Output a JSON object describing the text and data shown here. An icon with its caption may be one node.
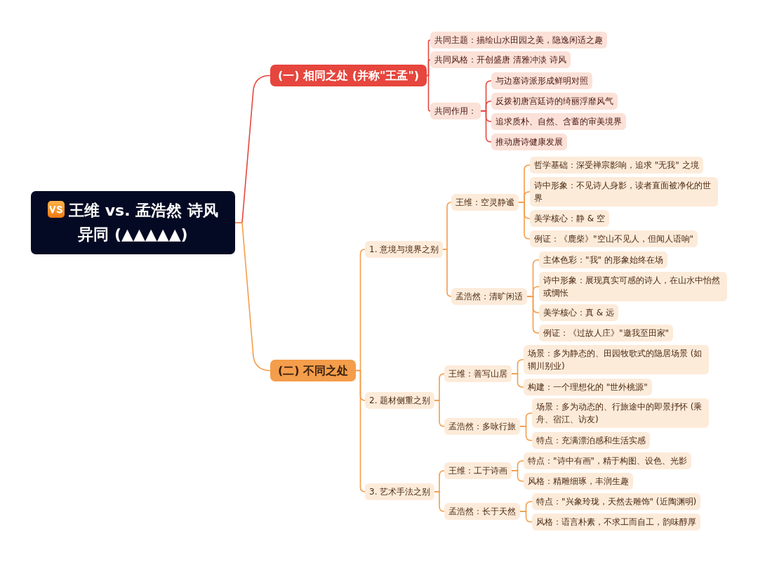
{
  "diagram": {
    "nodes": [
      {
        "text": [
          "王维 vs. 孟浩然 诗风异同 (▲▲▲▲▲)"
        ]
      },
      {
        "text": [
          "(一) 相同之处 (并称\"王孟\")"
        ]
      },
      {
        "text": [
          "共同主题：描绘山水田园之美，隐逸闲适之趣"
        ]
      },
      {
        "text": [
          "共同风格：开创盛唐 清雅冲淡 诗风"
        ]
      },
      {
        "text": [
          "共同作用："
        ]
      },
      {
        "text": [
          "与边塞诗派形成鲜明对照"
        ]
      },
      {
        "text": [
          "反拨初唐宫廷诗的绮丽浮靡风气"
        ]
      },
      {
        "text": [
          "追求质朴、自然、含蓄的审美境界"
        ]
      },
      {
        "text": [
          "推动唐诗健康发展"
        ]
      },
      {
        "text": [
          "(二) 不同之处"
        ]
      },
      {
        "text": [
          "1. 意境与境界之别"
        ]
      },
      {
        "text": [
          "王维：空灵静谧"
        ]
      },
      {
        "text": [
          "哲学基础：深受禅宗影响，追求 \"无我\" 之境"
        ]
      },
      {
        "text": [
          "诗中形象：不见诗人身影，读者直面被净化的世界"
        ]
      },
      {
        "text": [
          "美学核心：静 & 空"
        ]
      },
      {
        "text": [
          "例证：《鹿柴》\"空山不见人，但闻人语响\""
        ]
      },
      {
        "text": [
          "孟浩然：清旷闲适"
        ]
      },
      {
        "text": [
          "主体色彩：\"我\" 的形象始终在场"
        ]
      },
      {
        "text": [
          "诗中形象：展现真实可感的诗人，在山水中怡然或惆怅"
        ]
      },
      {
        "text": [
          "美学核心：真 & 远"
        ]
      },
      {
        "text": [
          "例证：《过故人庄》\"邀我至田家\""
        ]
      },
      {
        "text": [
          "2. 题材侧重之别"
        ]
      },
      {
        "text": [
          "王维：善写山居"
        ]
      },
      {
        "text": [
          "场景：多为静态的、田园牧歌式的隐居场景 (如辋川别业)"
        ]
      },
      {
        "text": [
          "构建：一个理想化的 \"世外桃源\""
        ]
      },
      {
        "text": [
          "孟浩然：多咏行旅"
        ]
      },
      {
        "text": [
          "场景：多为动态的、行旅途中的即景抒怀 (乘舟、宿江、访友)"
        ]
      },
      {
        "text": [
          "特点：充满漂泊感和生活实感"
        ]
      },
      {
        "text": [
          "3. 艺术手法之别"
        ]
      },
      {
        "text": [
          "王维：工于诗画"
        ]
      },
      {
        "text": [
          "特点：\"诗中有画\"，精于构图、设色、光影"
        ]
      },
      {
        "text": [
          "风格：精雕细琢，丰润生趣"
        ]
      },
      {
        "text": [
          "孟浩然：长于天然"
        ]
      },
      {
        "text": [
          "特点：\"兴象玲珑，天然去雕饰\" (近陶渊明)"
        ]
      },
      {
        "text": [
          "风格：语言朴素，不求工而自工，韵味醇厚"
        ]
      }
    ],
    "edges": [
      {
        "from": 0,
        "to": 1,
        "arrow": "none",
        "color": "#e5473e"
      },
      {
        "from": 1,
        "to": 2,
        "arrow": "none",
        "color": "#e5473e"
      },
      {
        "from": 1,
        "to": 3,
        "arrow": "none",
        "color": "#e5473e"
      },
      {
        "from": 1,
        "to": 4,
        "arrow": "none",
        "color": "#e5473e"
      },
      {
        "from": 4,
        "to": 5,
        "arrow": "none",
        "color": "#e5473e"
      },
      {
        "from": 4,
        "to": 6,
        "arrow": "none",
        "color": "#e5473e"
      },
      {
        "from": 4,
        "to": 7,
        "arrow": "none",
        "color": "#e5473e"
      },
      {
        "from": 4,
        "to": 8,
        "arrow": "none",
        "color": "#e5473e"
      },
      {
        "from": 0,
        "to": 9,
        "arrow": "none"
      },
      {
        "from": 9,
        "to": 10,
        "arrow": "none"
      },
      {
        "from": 10,
        "to": 11,
        "arrow": "none"
      },
      {
        "from": 11,
        "to": 12,
        "arrow": "none"
      },
      {
        "from": 11,
        "to": 13,
        "arrow": "none"
      },
      {
        "from": 11,
        "to": 14,
        "arrow": "none"
      },
      {
        "from": 11,
        "to": 15,
        "arrow": "none"
      },
      {
        "from": 10,
        "to": 16,
        "arrow": "none"
      },
      {
        "from": 16,
        "to": 17,
        "arrow": "none"
      },
      {
        "from": 16,
        "to": 18,
        "arrow": "none"
      },
      {
        "from": 16,
        "to": 19,
        "arrow": "none"
      },
      {
        "from": 16,
        "to": 20,
        "arrow": "none"
      },
      {
        "from": 9,
        "to": 21,
        "arrow": "none"
      },
      {
        "from": 21,
        "to": 22,
        "arrow": "none"
      },
      {
        "from": 22,
        "to": 23,
        "arrow": "none"
      },
      {
        "from": 22,
        "to": 24,
        "arrow": "none"
      },
      {
        "from": 21,
        "to": 25,
        "arrow": "none"
      },
      {
        "from": 25,
        "to": 26,
        "arrow": "none"
      },
      {
        "from": 25,
        "to": 27,
        "arrow": "none"
      },
      {
        "from": 9,
        "to": 28,
        "arrow": "none"
      },
      {
        "from": 28,
        "to": 29,
        "arrow": "none"
      },
      {
        "from": 29,
        "to": 30,
        "arrow": "none"
      },
      {
        "from": 29,
        "to": 31,
        "arrow": "none"
      },
      {
        "from": 28,
        "to": 32,
        "arrow": "none"
      },
      {
        "from": 32,
        "to": 33,
        "arrow": "none"
      },
      {
        "from": 32,
        "to": 34,
        "arrow": "none"
      }
    ]
  }
}
